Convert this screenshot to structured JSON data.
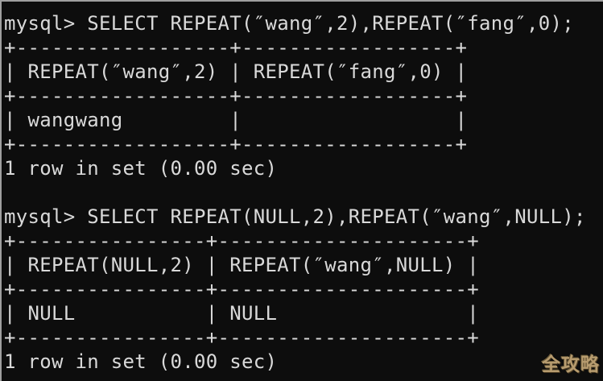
{
  "colors": {
    "background": "#0d0d0d",
    "text": "#d9d9d9",
    "frame_border": "#9f9f9f",
    "watermark_text": "#b79c6f"
  },
  "terminal": {
    "lines": [
      "mysql> SELECT REPEAT(″wang″,2),REPEAT(″fang″,0);",
      "+------------------+------------------+",
      "| REPEAT(″wang″,2) | REPEAT(″fang″,0) |",
      "+------------------+------------------+",
      "| wangwang         |                  |",
      "+------------------+------------------+",
      "1 row in set (0.00 sec)",
      "",
      "mysql> SELECT REPEAT(NULL,2),REPEAT(″wang″,NULL);",
      "+----------------+---------------------+",
      "| REPEAT(NULL,2) | REPEAT(″wang″,NULL) |",
      "+----------------+---------------------+",
      "| NULL           | NULL                |",
      "+----------------+---------------------+",
      "1 row in set (0.00 sec)"
    ]
  },
  "results": [
    {
      "prompt": "mysql>",
      "query": "SELECT REPEAT(″wang″,2),REPEAT(″fang″,0);",
      "columns": [
        "REPEAT(″wang″,2)",
        "REPEAT(″fang″,0)"
      ],
      "rows": [
        [
          "wangwang",
          ""
        ]
      ],
      "status": "1 row in set (0.00 sec)"
    },
    {
      "prompt": "mysql>",
      "query": "SELECT REPEAT(NULL,2),REPEAT(″wang″,NULL);",
      "columns": [
        "REPEAT(NULL,2)",
        "REPEAT(″wang″,NULL)"
      ],
      "rows": [
        [
          "NULL",
          "NULL"
        ]
      ],
      "status": "1 row in set (0.00 sec)"
    }
  ],
  "watermark": {
    "text": "全攻略"
  }
}
